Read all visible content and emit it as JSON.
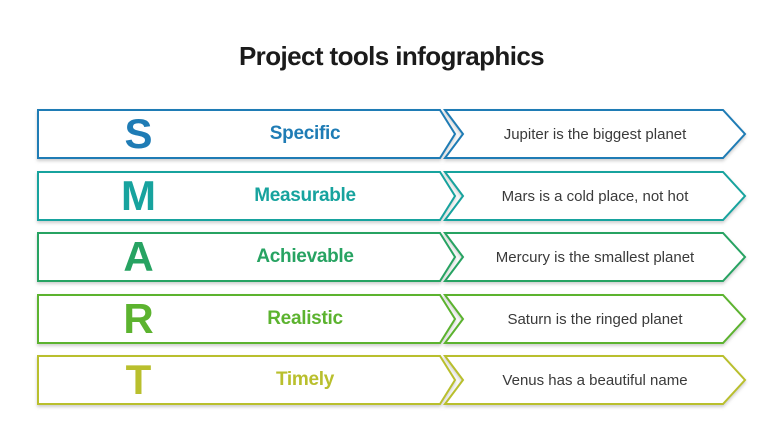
{
  "title": "Project tools infographics",
  "colors": {
    "title_text": "#1b1b1b",
    "description_text": "#3a3a3a",
    "background": "#ffffff"
  },
  "rows": [
    {
      "letter": "S",
      "label": "Specific",
      "description": "Jupiter is the biggest planet",
      "color": "#1f7cb5"
    },
    {
      "letter": "M",
      "label": "Measurable",
      "description": "Mars is a cold place, not hot",
      "color": "#17a39e"
    },
    {
      "letter": "A",
      "label": "Achievable",
      "description": "Mercury is the smallest planet",
      "color": "#27a362"
    },
    {
      "letter": "R",
      "label": "Realistic",
      "description": "Saturn is the ringed planet",
      "color": "#5cb32f"
    },
    {
      "letter": "T",
      "label": "Timely",
      "description": "Venus has a beautiful name",
      "color": "#b9bf2d"
    }
  ]
}
